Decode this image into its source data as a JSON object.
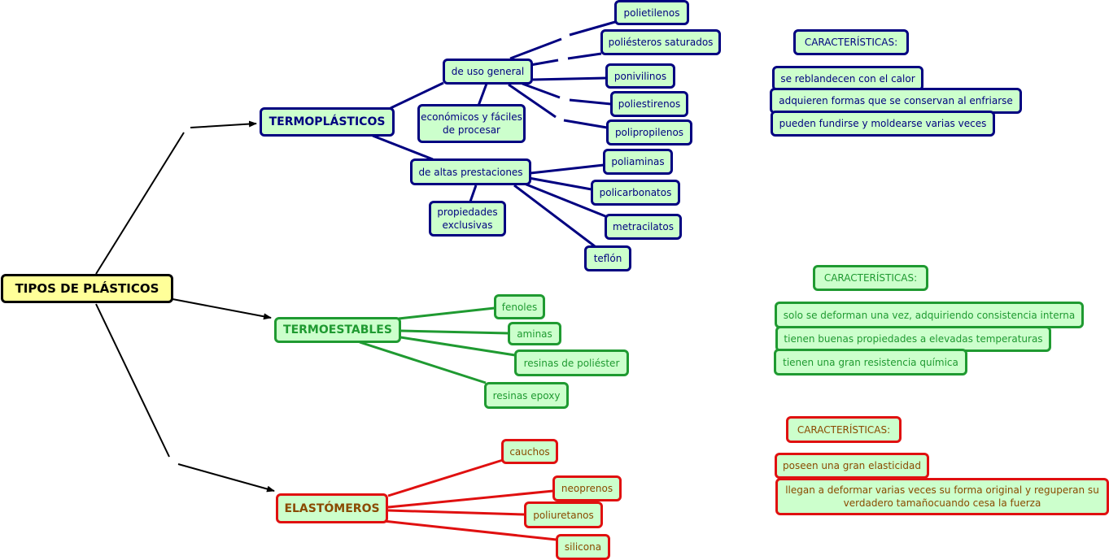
{
  "root": "TIPOS DE PLÁSTICOS",
  "termoplasticos": {
    "title": "TERMOPLÁSTICOS",
    "uso_general": "de uso general",
    "uso_general_desc": "económicos y fáciles de procesar",
    "uso_general_items": [
      "polietilenos",
      "poliésteros saturados",
      "ponivilinos",
      "poliestirenos",
      "polipropilenos"
    ],
    "altas_prestaciones": "de altas prestaciones",
    "altas_prestaciones_desc": "propiedades exclusivas",
    "altas_prestaciones_items": [
      "poliaminas",
      "policarbonatos",
      "metracilatos",
      "teflón"
    ],
    "caracteristicas_label": "CARACTERÍSTICAS:",
    "caracteristicas": [
      "se reblandecen con el calor",
      "adquieren formas que se conservan al enfriarse",
      "pueden fundirse y moldearse varias veces"
    ]
  },
  "termoestables": {
    "title": "TERMOESTABLES",
    "items": [
      "fenoles",
      "aminas",
      "resinas de poliéster",
      "resinas epoxy"
    ],
    "caracteristicas_label": "CARACTERÍSTICAS:",
    "caracteristicas": [
      "solo se deforman una vez, adquiriendo consistencia interna",
      "tienen buenas propiedades a elevadas temperaturas",
      "tienen una gran resistencia química"
    ]
  },
  "elastomeros": {
    "title": "ELASTÓMEROS",
    "items": [
      "cauchos",
      "neoprenos",
      "poliuretanos",
      "silicona"
    ],
    "caracteristicas_label": "CARACTERÍSTICAS:",
    "caracteristicas": [
      "poseen una gran elasticidad",
      "llegan a deformar varias veces su forma original y reguperan su verdadero tamañocuando cesa la fuerza"
    ]
  },
  "colors": {
    "termoplasticos": "#000080",
    "termoestables": "#1f9a31",
    "elastomeros": "#e01010",
    "root": "#000000",
    "node_fill": "#ccffcc",
    "root_fill": "#ffff99"
  }
}
